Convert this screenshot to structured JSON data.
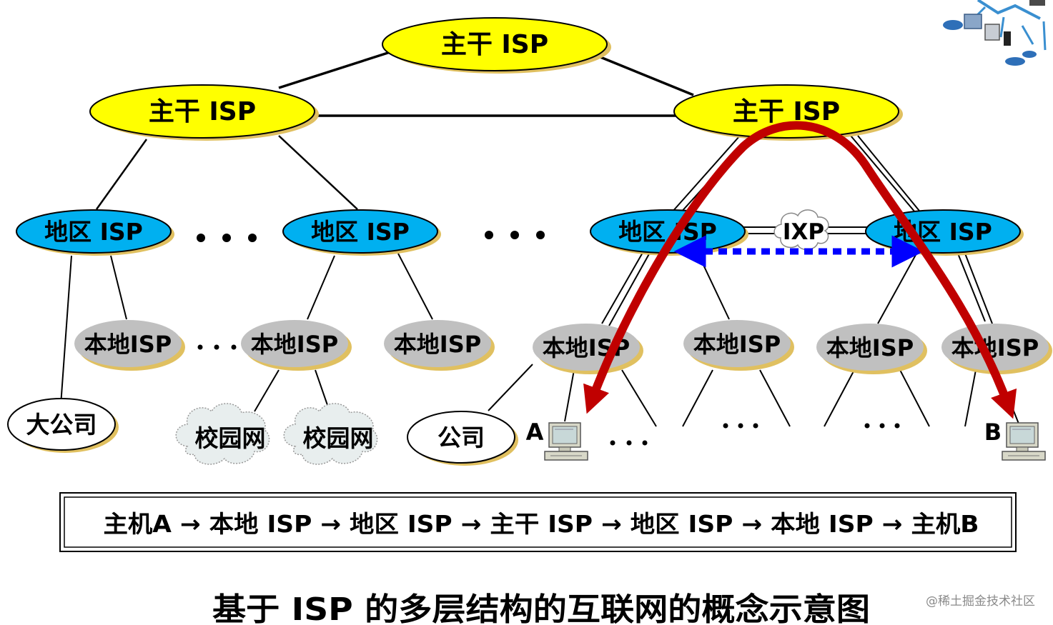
{
  "diagram": {
    "backbone_isps": [
      "主干 ISP",
      "主干 ISP",
      "主干 ISP"
    ],
    "regional_isps": [
      "地区 ISP",
      "地区 ISP",
      "地区 ISP",
      "地区 ISP"
    ],
    "local_isps": [
      "本地ISP",
      "本地ISP",
      "本地ISP",
      "本地ISP",
      "本地ISP",
      "本地ISP",
      "本地ISP"
    ],
    "customers": [
      "大公司",
      "校园网",
      "校园网",
      "公司"
    ],
    "ixp_label": "IXP",
    "hosts": [
      "A",
      "B"
    ],
    "path_text": "主机A → 本地 ISP → 地区 ISP → 主干 ISP → 地区 ISP → 本地 ISP → 主机B",
    "caption": "基于 ISP 的多层结构的互联网的概念示意图",
    "watermark": "@稀土掘金技术社区"
  },
  "colors": {
    "backbone_fill": "#FFFF00",
    "regional_fill": "#00B0F0",
    "local_fill": "#C0C0C0",
    "customer_fill": "#FFFFFF",
    "path_arrow": "#C00000",
    "ixp_arrow": "#0000FF",
    "shadow": "#E0C060"
  },
  "icons": {
    "host": "desktop-computer-icon",
    "campus": "cloud-icon",
    "logo": "network-topology-icon"
  }
}
